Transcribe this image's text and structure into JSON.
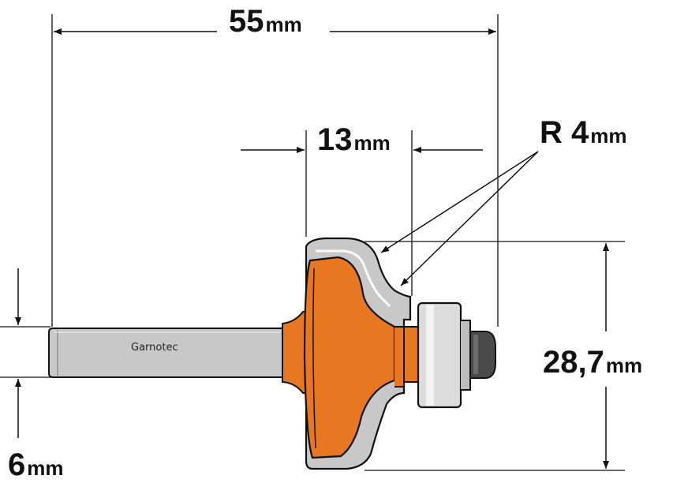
{
  "dimensions": {
    "overall_length": {
      "value": "55",
      "unit": "mm"
    },
    "cutting_height": {
      "value": "13",
      "unit": "mm"
    },
    "radius": {
      "value": "R 4",
      "unit": "mm"
    },
    "cutting_diameter": {
      "value": "28,7",
      "unit": "mm"
    },
    "shank_diameter": {
      "value": "6",
      "unit": "mm"
    }
  },
  "brand_label": "Garnotec",
  "colors": {
    "body": "#E87722",
    "steel": "#C8C8C8",
    "bearing": "#DCDCDC",
    "line": "#111111"
  }
}
